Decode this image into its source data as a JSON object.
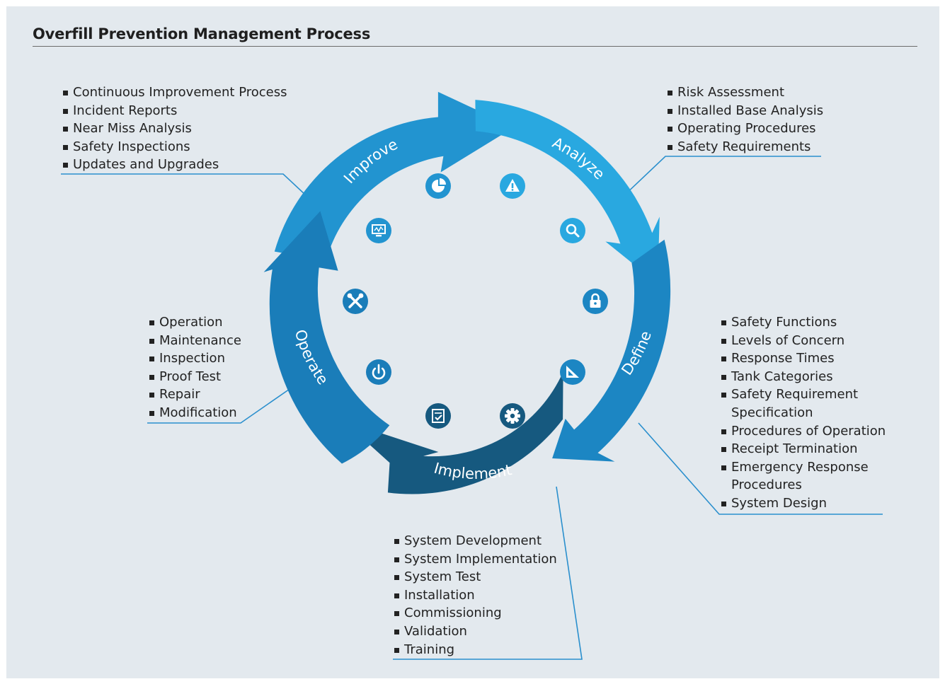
{
  "title": "Overfill Prevention Management Process",
  "colors": {
    "analyze": "#29a8e0",
    "define": "#1c86c3",
    "implement": "#16597f",
    "operate": "#1a7db9",
    "improve": "#2294d0",
    "background": "#e3e9ee",
    "leader": "#2a8fcd"
  },
  "stages": [
    {
      "label": "Analyze",
      "items": [
        "Risk Assessment",
        "Installed Base Analysis",
        "Operating Procedures",
        "Safety Requirements"
      ]
    },
    {
      "label": "Define",
      "items": [
        "Safety Functions",
        "Levels of Concern",
        "Response Times",
        "Tank Categories",
        "Safety Requirement Specification",
        "Procedures of Operation",
        "Receipt Termination",
        "Emergency Response Procedures",
        "System Design"
      ]
    },
    {
      "label": "Implement",
      "items": [
        "System Development",
        "System Implementation",
        "System Test",
        "Installation",
        "Commissioning",
        "Validation",
        "Training"
      ]
    },
    {
      "label": "Operate",
      "items": [
        "Operation",
        "Maintenance",
        "Inspection",
        "Proof Test",
        "Repair",
        "Modification"
      ]
    },
    {
      "label": "Improve",
      "items": [
        "Continuous Improvement Process",
        "Incident Reports",
        "Near Miss Analysis",
        "Safety Inspections",
        "Updates and Upgrades"
      ]
    }
  ],
  "icons": [
    "warning-icon",
    "search-icon",
    "lock-icon",
    "ruler-triangle-icon",
    "gear-icon",
    "checklist-icon",
    "power-icon",
    "tools-icon",
    "monitor-icon",
    "pie-chart-icon"
  ]
}
